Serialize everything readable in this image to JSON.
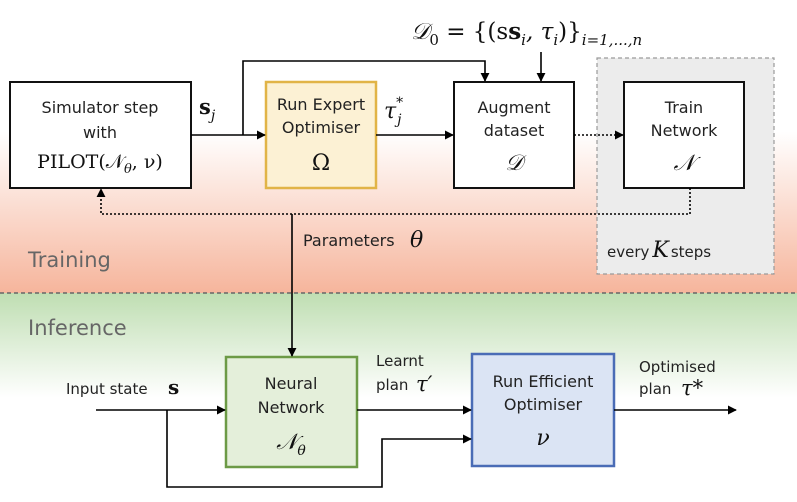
{
  "equation": {
    "lhs": "𝒟",
    "lhs_sub": "0",
    "rhs": " = {(s",
    "rhs_i": "i",
    "rhs_mid": ", τ",
    "rhs_i2": "i",
    "rhs_close": ")}",
    "rhs_sub": "i=1,...,n"
  },
  "sections": {
    "training": "Training",
    "inference": "Inference"
  },
  "boxes": {
    "simulator": {
      "line1": "Simulator step",
      "line2": "with",
      "line3": "PILOT(𝒩",
      "line3_sub": "θ",
      "line3_end": ", ν)"
    },
    "expert": {
      "line1": "Run Expert",
      "line2": "Optimiser",
      "symbol": "Ω"
    },
    "augment": {
      "line1": "Augment",
      "line2": "dataset",
      "symbol": "𝒟"
    },
    "train": {
      "line1": "Train",
      "line2": "Network",
      "symbol": "𝒩"
    },
    "neural": {
      "line1": "Neural",
      "line2": "Network",
      "symbol": "𝒩",
      "symbol_sub": "θ"
    },
    "efficient": {
      "line1": "Run Efficient",
      "line2": "Optimiser",
      "symbol": "ν"
    }
  },
  "labels": {
    "sj": "s",
    "sj_sub": "j",
    "tau_j": "τ",
    "tau_j_sup": "*",
    "tau_j_sub": "j",
    "params": "Parameters",
    "theta": "θ",
    "every": "every",
    "K": "K",
    "steps": "steps",
    "input_state": "Input state",
    "s": "s",
    "learnt": "Learnt",
    "plan1": "plan",
    "tau_prime": "τ′",
    "optimised": "Optimised",
    "plan2": "plan",
    "tau_star": "τ*"
  },
  "colors": {
    "expert_fill": "#fcf1d4",
    "expert_stroke": "#e1b447",
    "neural_fill": "#e4efda",
    "neural_stroke": "#6c9a46",
    "efficient_fill": "#dbe4f4",
    "efficient_stroke": "#4a6cb6",
    "training_band": "#f6b59c",
    "inference_band": "#bfdeb2",
    "k_region": "#ececec"
  }
}
